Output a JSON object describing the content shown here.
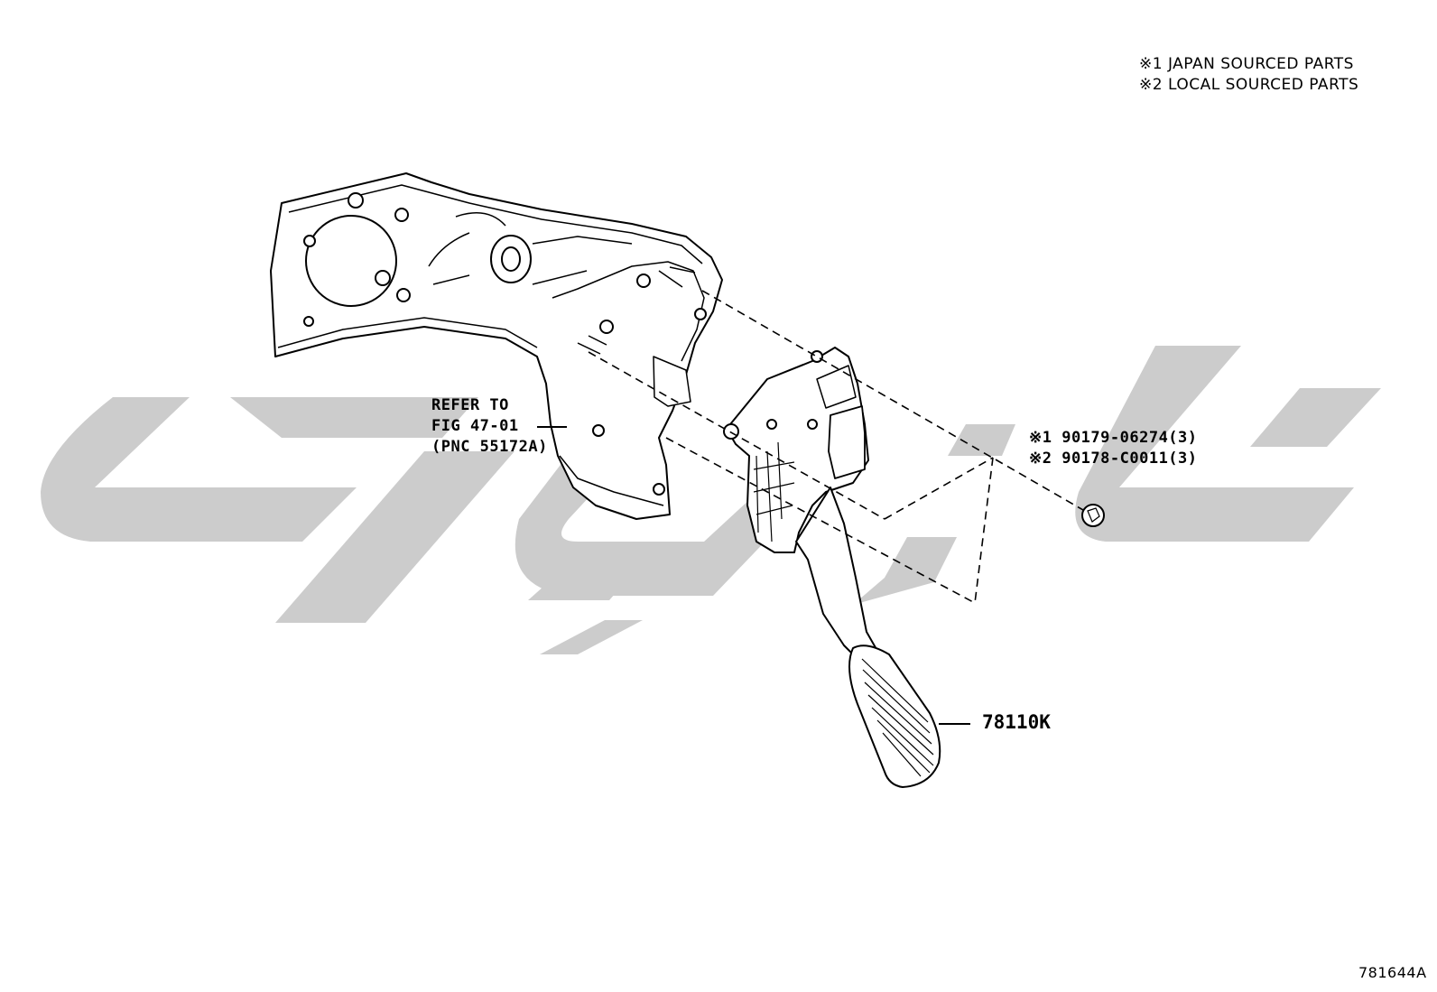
{
  "legend": {
    "note1": "※1 JAPAN SOURCED PARTS",
    "note2": "※2 LOCAL SOURCED PARTS"
  },
  "refer": {
    "line1": "REFER TO",
    "line2": "FIG 47-01",
    "line3": "(PNC 55172A)"
  },
  "bolt_callout": {
    "line1": "※1 90179-06274(3)",
    "line2": "※2 90178-C0011(3)"
  },
  "pedal_part": "78110K",
  "illustration_number": "781644A",
  "watermark_color": "#cccccc"
}
